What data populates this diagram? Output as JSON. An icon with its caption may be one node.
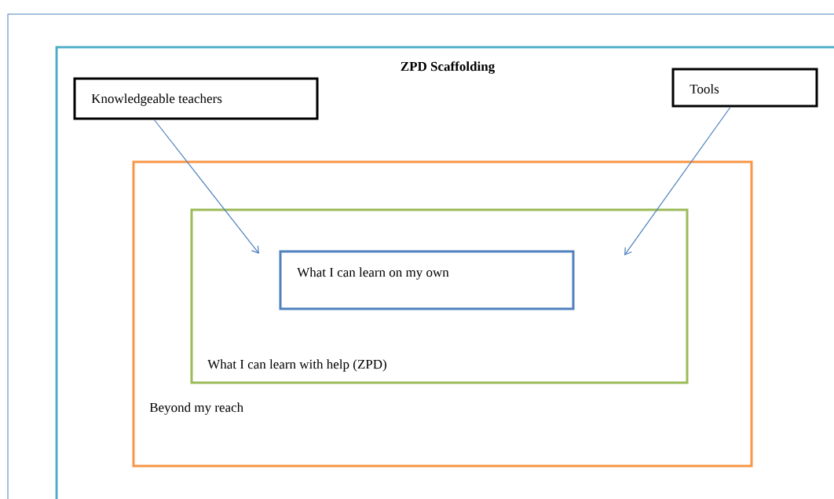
{
  "diagram": {
    "nodes": [
      {
        "text": [
          "ZPD Scaffolding"
        ]
      },
      {
        "text": [
          "Knowledgeable teachers"
        ],
        "in": 0
      },
      {
        "text": [
          "Tools"
        ],
        "in": 0
      },
      {
        "text": [
          "Beyond my reach"
        ],
        "in": 0
      },
      {
        "text": [
          "What I can learn with help (ZPD)"
        ],
        "in": 3
      },
      {
        "text": [
          "What I can learn on my own"
        ],
        "in": 4
      }
    ],
    "edges": [
      {
        "from": 1,
        "to": null,
        "arrow": "to"
      },
      {
        "from": 2,
        "to": null,
        "arrow": "to"
      }
    ]
  }
}
